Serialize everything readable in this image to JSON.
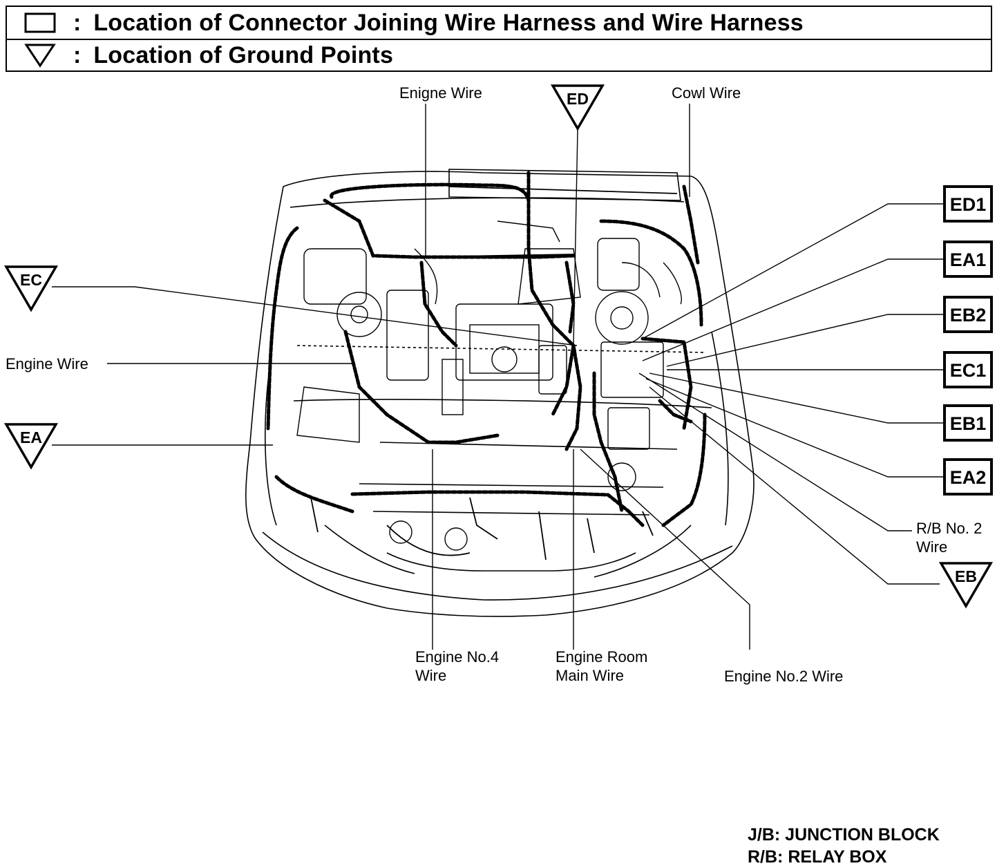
{
  "legend": {
    "connector_symbol": "square-outline-icon",
    "ground_symbol": "down-triangle-outline-icon",
    "colon": ":",
    "connector_text": "Location of Connector Joining Wire Harness and Wire Harness",
    "ground_text": "Location of Ground Points"
  },
  "labels": {
    "engine_wire_top": "Enigne Wire",
    "cowl_wire": "Cowl Wire",
    "engine_wire_left": "Engine Wire",
    "rb_no2_line1": "R/B No. 2",
    "rb_no2_line2": "Wire",
    "engine_no4_line1": "Engine No.4",
    "engine_no4_line2": "Wire",
    "engine_room_line1": "Engine Room",
    "engine_room_line2": "Main Wire",
    "engine_no2": "Engine No.2 Wire"
  },
  "connectors": [
    "ED1",
    "EA1",
    "EB2",
    "EC1",
    "EB1",
    "EA2"
  ],
  "grounds": {
    "ed": "ED",
    "ec": "EC",
    "ea": "EA",
    "eb": "EB"
  },
  "footnotes": {
    "jb": "J/B: JUNCTION BLOCK",
    "rb": "R/B: RELAY BOX"
  }
}
